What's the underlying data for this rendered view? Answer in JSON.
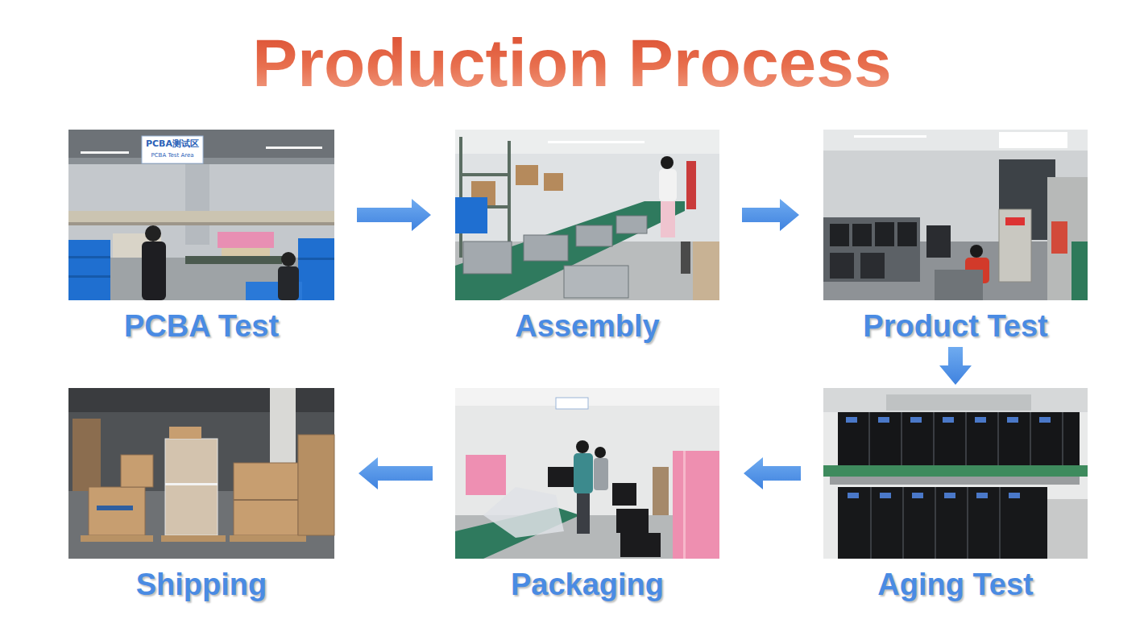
{
  "diagram": {
    "title": "Production Process",
    "nodes": [
      {
        "text": [
          "PCBA Test"
        ]
      },
      {
        "text": [
          "Assembly"
        ]
      },
      {
        "text": [
          "Product Test"
        ]
      },
      {
        "text": [
          "Aging Test"
        ]
      },
      {
        "text": [
          "Packaging"
        ]
      },
      {
        "text": [
          "Shipping"
        ]
      }
    ],
    "edges": [
      {
        "from": 0,
        "to": 1,
        "arrow": "to"
      },
      {
        "from": 1,
        "to": 2,
        "arrow": "to"
      },
      {
        "from": 2,
        "to": 3,
        "arrow": "to"
      },
      {
        "from": 3,
        "to": 4,
        "arrow": "to"
      },
      {
        "from": 4,
        "to": 5,
        "arrow": "to"
      }
    ],
    "labels": [
      "PCBA测试区",
      "PCBA Test Area"
    ]
  }
}
